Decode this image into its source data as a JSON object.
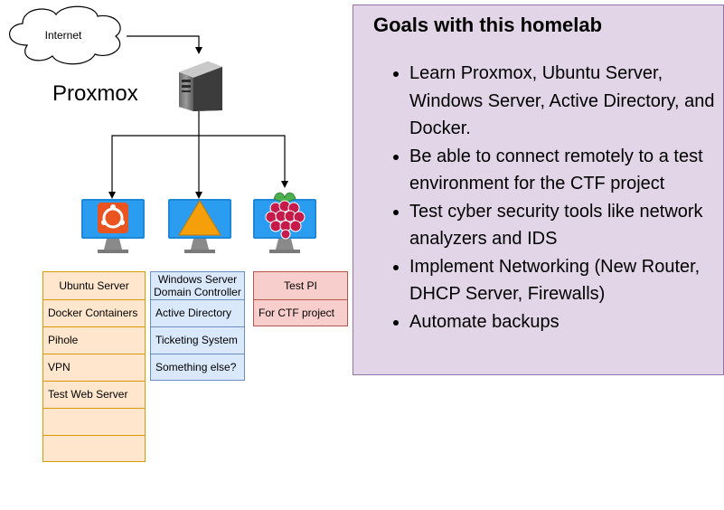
{
  "internet_label": "Internet",
  "proxmox_label": "Proxmox",
  "colors": {
    "ubuntu_fill": "#ffe6cc",
    "ubuntu_stroke": "#d79b00",
    "windows_fill": "#dae8fc",
    "windows_stroke": "#6c8ebf",
    "pi_fill": "#f8cecc",
    "pi_stroke": "#b85450",
    "goals_fill": "#e1d5e7",
    "goals_stroke": "#9673a6",
    "monitor_blue": "#1e88d8",
    "ubuntu_orange": "#e95420",
    "windows_orange": "#f5a00b",
    "raspberry_red": "#c51a4a"
  },
  "icons": [
    "cloud-icon",
    "server-tower-icon",
    "ubuntu-monitor-icon",
    "windows-monitor-icon",
    "raspberry-pi-monitor-icon"
  ],
  "ubuntu_list": {
    "title": "Ubuntu Server",
    "items": [
      "Docker Containers",
      "Pihole",
      "VPN",
      "Test Web Server",
      "",
      ""
    ]
  },
  "windows_list": {
    "title_line1": "Windows Server",
    "title_line2": "Domain Controller",
    "items": [
      "Active Directory",
      "Ticketing System",
      "Something else?"
    ]
  },
  "pi_list": {
    "title": "Test PI",
    "items": [
      "For CTF project"
    ]
  },
  "goals": {
    "title": "Goals with this homelab",
    "items": [
      "Learn Proxmox, Ubuntu Server, Windows Server, Active Directory, and Docker.",
      "Be able to connect remotely to a test environment for the CTF project",
      "Test cyber security tools like network analyzers and IDS",
      "Implement Networking (New Router, DHCP Server, Firewalls)",
      "Automate backups"
    ]
  }
}
